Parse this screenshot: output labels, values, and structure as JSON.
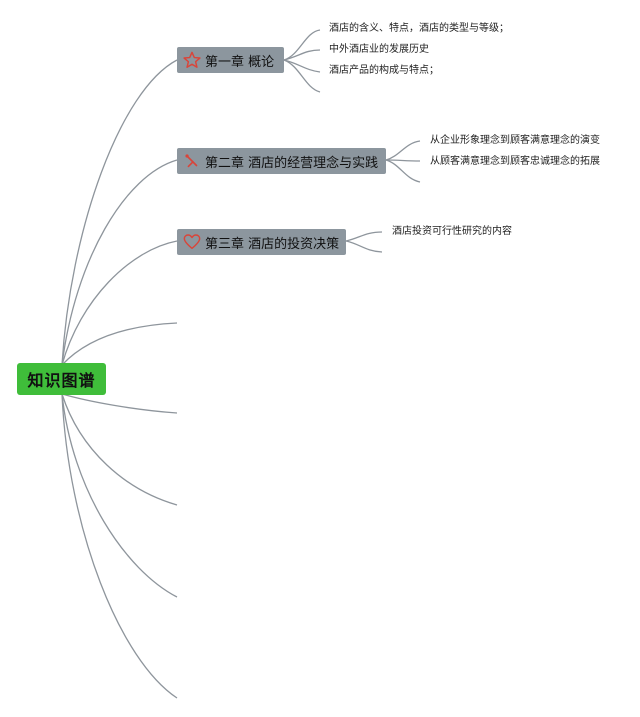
{
  "root": {
    "label": "知识图谱"
  },
  "chapters": [
    {
      "label": "第一章 概论",
      "icon": "star-icon",
      "items": [
        "酒店的含义、特点，酒店的类型与等级；",
        "中外酒店业的发展历史",
        "酒店产品的构成与特点；"
      ]
    },
    {
      "label": "第二章 酒店的经营理念与实践",
      "icon": "tools-icon",
      "items": [
        "从企业形象理念到顾客满意理念的演变",
        "从顾客满意理念到顾客忠诚理念的拓展"
      ]
    },
    {
      "label": "第三章 酒店的投资决策",
      "icon": "heart-icon",
      "items": [
        "酒店投资可行性研究的内容"
      ]
    }
  ],
  "colors": {
    "root_fill": "#3fbd3a",
    "chapter_fill": "#8c969e",
    "connector": "#8e959c",
    "star_icon": "#d9453a",
    "heart_icon": "#d9453a",
    "tools_icon": "#d9453a"
  }
}
